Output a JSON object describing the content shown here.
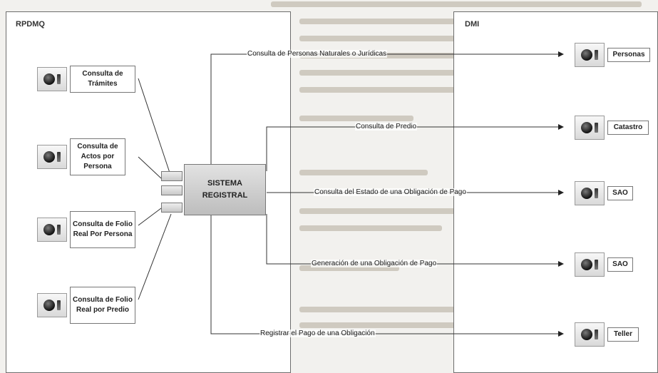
{
  "left_panel": {
    "title": "RPDMQ"
  },
  "right_panel": {
    "title": "DMI"
  },
  "core_system": {
    "label": "SISTEMA REGISTRAL"
  },
  "left_services": [
    {
      "label": "Consulta de Trámites"
    },
    {
      "label": "Consulta de Actos por Persona"
    },
    {
      "label": "Consulta de Folio Real Por Persona"
    },
    {
      "label": "Consulta de Folio Real por Predio"
    }
  ],
  "right_services": [
    {
      "label": "Personas"
    },
    {
      "label": "Catastro"
    },
    {
      "label": "SAO"
    },
    {
      "label": "SAO"
    },
    {
      "label": "Teller"
    }
  ],
  "connections": [
    {
      "label": "Consulta de Personas Naturales o Jurídicas"
    },
    {
      "label": "Consulta de Predio"
    },
    {
      "label": "Consulta del Estado de una Obligación de Pago"
    },
    {
      "label": "Generación de una Obligación de Pago"
    },
    {
      "label": "Registrar el Pago de una Obligación"
    }
  ]
}
